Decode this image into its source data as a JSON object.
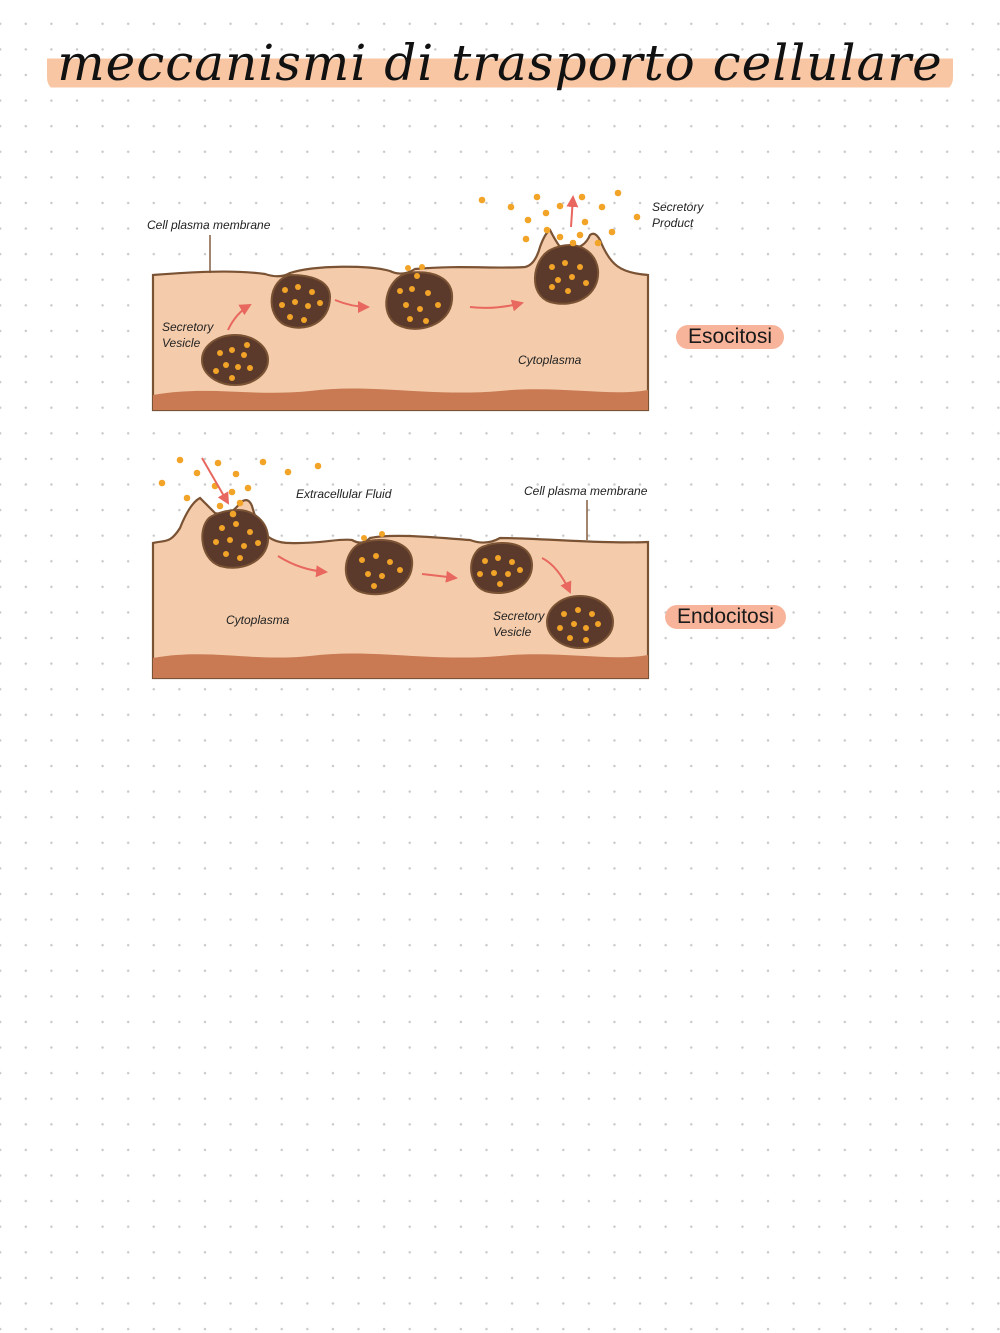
{
  "page": {
    "title": "meccanismi di trasporto cellulare"
  },
  "exocytosis": {
    "tag": "Esocitosi",
    "labels": {
      "membrane": "Cell plasma membrane",
      "product_line1": "Secretory",
      "product_line2": "Product",
      "vesicle_line1": "Secretory",
      "vesicle_line2": "Vesicle",
      "cytoplasm": "Cytoplasma"
    }
  },
  "endocytosis": {
    "tag": "Endocitosi",
    "labels": {
      "fluid": "Extracellular Fluid",
      "membrane": "Cell plasma membrane",
      "cytoplasm": "Cytoplasma",
      "vesicle_line1": "Secretory",
      "vesicle_line2": "Vesicle"
    }
  },
  "colors": {
    "cytoplasm": "#f4ccab",
    "membrane": "#7a5234",
    "base": "#c97a53",
    "vesicle": "#5b3a2b",
    "granule": "#f2a428",
    "arrow": "#e8675e",
    "tag": "#f7b49a"
  }
}
